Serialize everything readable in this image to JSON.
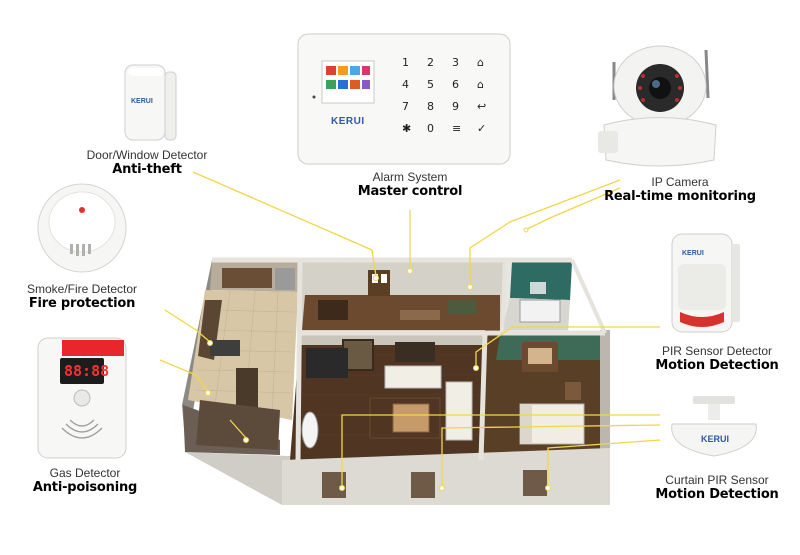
{
  "devices": {
    "door_window": {
      "name": "Door/Window Detector",
      "function": "Anti-theft",
      "brand": "KERUI"
    },
    "alarm_system": {
      "name": "Alarm System",
      "function": "Master control",
      "brand": "KERUI"
    },
    "ip_camera": {
      "name": "IP Camera",
      "function": "Real-time monitoring"
    },
    "smoke_fire": {
      "name": "Smoke/Fire Detector",
      "function": "Fire protection"
    },
    "pir": {
      "name": "PIR Sensor Detector",
      "function": "Motion Detection",
      "brand": "KERUI"
    },
    "gas": {
      "name": "Gas Detector",
      "function": "Anti-poisoning",
      "display": "88:88"
    },
    "curtain_pir": {
      "name": "Curtain PIR Sensor",
      "function": "Motion Detection",
      "brand": "KERUI"
    }
  },
  "keypad": [
    "1",
    "2",
    "3",
    "⌂",
    "4",
    "5",
    "6",
    "⌂",
    "7",
    "8",
    "9",
    "↩",
    "✱",
    "0",
    "≡",
    "✓"
  ],
  "colors": {
    "connector": "#f2d64b",
    "floor": "#5a3a22",
    "wall": "#e8e6e0",
    "gas_top": "#e8262b"
  }
}
